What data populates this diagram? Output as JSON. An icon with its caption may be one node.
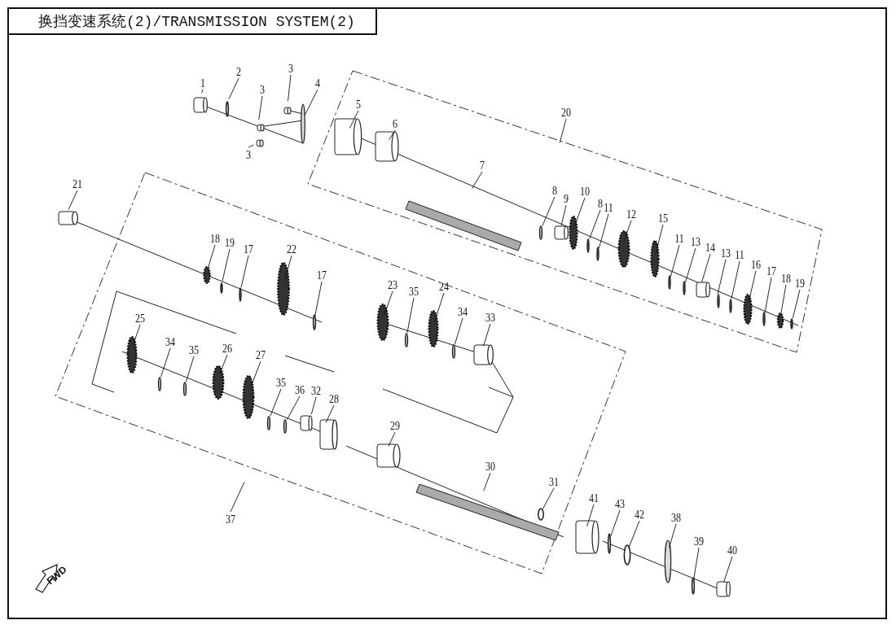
{
  "diagram": {
    "title": "换挡变速系统(2)/TRANSMISSION SYSTEM(2)",
    "nodes": [
      {
        "text": [
          "1"
        ]
      },
      {
        "text": [
          "2"
        ]
      },
      {
        "text": [
          "3"
        ]
      },
      {
        "text": [
          "3"
        ]
      },
      {
        "text": [
          "4"
        ]
      },
      {
        "text": [
          "3"
        ]
      },
      {
        "text": [
          "5"
        ]
      },
      {
        "text": [
          "6"
        ]
      },
      {
        "text": [
          "7"
        ]
      },
      {
        "text": [
          "8"
        ]
      },
      {
        "text": [
          "9"
        ]
      },
      {
        "text": [
          "10"
        ]
      },
      {
        "text": [
          "8"
        ]
      },
      {
        "text": [
          "11"
        ]
      },
      {
        "text": [
          "12"
        ]
      },
      {
        "text": [
          "15"
        ]
      },
      {
        "text": [
          "11"
        ]
      },
      {
        "text": [
          "13"
        ]
      },
      {
        "text": [
          "14"
        ]
      },
      {
        "text": [
          "13"
        ]
      },
      {
        "text": [
          "11"
        ]
      },
      {
        "text": [
          "16"
        ]
      },
      {
        "text": [
          "17"
        ]
      },
      {
        "text": [
          "18"
        ]
      },
      {
        "text": [
          "19"
        ]
      },
      {
        "text": [
          "20"
        ]
      },
      {
        "text": [
          "21"
        ]
      },
      {
        "text": [
          "18"
        ]
      },
      {
        "text": [
          "19"
        ]
      },
      {
        "text": [
          "17"
        ]
      },
      {
        "text": [
          "22"
        ]
      },
      {
        "text": [
          "17"
        ]
      },
      {
        "text": [
          "23"
        ]
      },
      {
        "text": [
          "35"
        ]
      },
      {
        "text": [
          "24"
        ]
      },
      {
        "text": [
          "34"
        ]
      },
      {
        "text": [
          "33"
        ]
      },
      {
        "text": [
          "25"
        ]
      },
      {
        "text": [
          "34"
        ]
      },
      {
        "text": [
          "35"
        ]
      },
      {
        "text": [
          "26"
        ]
      },
      {
        "text": [
          "27"
        ]
      },
      {
        "text": [
          "35"
        ]
      },
      {
        "text": [
          "36"
        ]
      },
      {
        "text": [
          "32"
        ]
      },
      {
        "text": [
          "28"
        ]
      },
      {
        "text": [
          "29"
        ]
      },
      {
        "text": [
          "30"
        ]
      },
      {
        "text": [
          "31"
        ]
      },
      {
        "text": [
          "37"
        ]
      },
      {
        "text": [
          "41"
        ]
      },
      {
        "text": [
          "43"
        ]
      },
      {
        "text": [
          "42"
        ]
      },
      {
        "text": [
          "38"
        ]
      },
      {
        "text": [
          "39"
        ]
      },
      {
        "text": [
          "40"
        ]
      }
    ],
    "edges": [
      {
        "from": 0,
        "to": null,
        "arrow": "none"
      },
      {
        "from": 1,
        "to": null,
        "arrow": "none"
      },
      {
        "from": 2,
        "to": null,
        "arrow": "none"
      },
      {
        "from": 3,
        "to": null,
        "arrow": "none"
      },
      {
        "from": 4,
        "to": null,
        "arrow": "none"
      },
      {
        "from": 5,
        "to": null,
        "arrow": "none"
      },
      {
        "from": 6,
        "to": null,
        "arrow": "none"
      },
      {
        "from": 7,
        "to": null,
        "arrow": "none"
      },
      {
        "from": 8,
        "to": null,
        "arrow": "none"
      },
      {
        "from": 9,
        "to": null,
        "arrow": "none"
      },
      {
        "from": 10,
        "to": null,
        "arrow": "none"
      },
      {
        "from": 11,
        "to": null,
        "arrow": "none"
      },
      {
        "from": 12,
        "to": null,
        "arrow": "none"
      },
      {
        "from": 13,
        "to": null,
        "arrow": "none"
      },
      {
        "from": 14,
        "to": null,
        "arrow": "none"
      },
      {
        "from": 15,
        "to": null,
        "arrow": "none"
      },
      {
        "from": 16,
        "to": null,
        "arrow": "none"
      },
      {
        "from": 17,
        "to": null,
        "arrow": "none"
      },
      {
        "from": 18,
        "to": null,
        "arrow": "none"
      },
      {
        "from": 19,
        "to": null,
        "arrow": "none"
      },
      {
        "from": 20,
        "to": null,
        "arrow": "none"
      },
      {
        "from": 21,
        "to": null,
        "arrow": "none"
      },
      {
        "from": 22,
        "to": null,
        "arrow": "none"
      },
      {
        "from": 23,
        "to": null,
        "arrow": "none"
      },
      {
        "from": 24,
        "to": null,
        "arrow": "none"
      },
      {
        "from": 25,
        "to": null,
        "arrow": "none"
      },
      {
        "from": 26,
        "to": null,
        "arrow": "none"
      },
      {
        "from": 27,
        "to": null,
        "arrow": "none"
      },
      {
        "from": 28,
        "to": null,
        "arrow": "none"
      },
      {
        "from": 29,
        "to": null,
        "arrow": "none"
      },
      {
        "from": 30,
        "to": null,
        "arrow": "none"
      },
      {
        "from": 31,
        "to": null,
        "arrow": "none"
      },
      {
        "from": 32,
        "to": null,
        "arrow": "none"
      },
      {
        "from": 33,
        "to": null,
        "arrow": "none"
      },
      {
        "from": 34,
        "to": null,
        "arrow": "none"
      },
      {
        "from": 35,
        "to": null,
        "arrow": "none"
      },
      {
        "from": 36,
        "to": null,
        "arrow": "none"
      },
      {
        "from": 37,
        "to": null,
        "arrow": "none"
      },
      {
        "from": 38,
        "to": null,
        "arrow": "none"
      },
      {
        "from": 39,
        "to": null,
        "arrow": "none"
      },
      {
        "from": 40,
        "to": null,
        "arrow": "none"
      },
      {
        "from": 41,
        "to": null,
        "arrow": "none"
      },
      {
        "from": 42,
        "to": null,
        "arrow": "none"
      },
      {
        "from": 43,
        "to": null,
        "arrow": "none"
      },
      {
        "from": 44,
        "to": null,
        "arrow": "none"
      },
      {
        "from": 45,
        "to": null,
        "arrow": "none"
      },
      {
        "from": 46,
        "to": null,
        "arrow": "none"
      },
      {
        "from": 47,
        "to": null,
        "arrow": "none"
      },
      {
        "from": 48,
        "to": null,
        "arrow": "none"
      },
      {
        "from": 49,
        "to": null,
        "arrow": "none"
      },
      {
        "from": 50,
        "to": null,
        "arrow": "none"
      },
      {
        "from": 51,
        "to": null,
        "arrow": "none"
      },
      {
        "from": 52,
        "to": null,
        "arrow": "none"
      },
      {
        "from": 53,
        "to": null,
        "arrow": "none"
      },
      {
        "from": 54,
        "to": null,
        "arrow": "none"
      },
      {
        "from": 55,
        "to": null,
        "arrow": "none"
      }
    ],
    "labels": [
      "FWD"
    ]
  }
}
